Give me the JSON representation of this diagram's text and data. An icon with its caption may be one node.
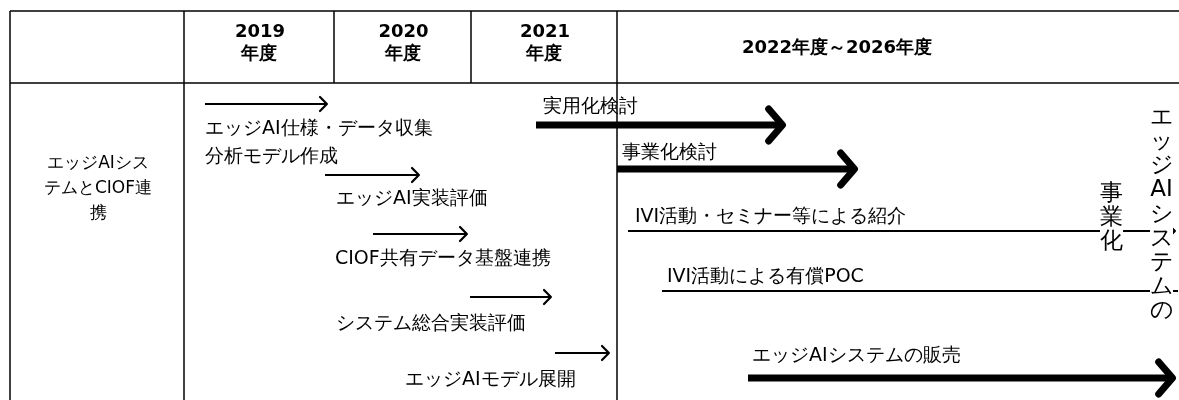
{
  "diagram": {
    "labels": [
      "2019年度",
      "2020年度",
      "2021年度",
      "2022年度～2026年度",
      "エッジAIシステムとCIOF連携",
      "エッジAI仕様・データ収集",
      "分析モデル作成",
      "実用化検討",
      "事業化検討",
      "エッジAI実装評価",
      "IVI活動・セミナー等による紹介",
      "CIOF共有データ基盤連携",
      "IVI活動による有償POC",
      "システム総合実装評価",
      "エッジAIシステムの販売",
      "エッジAIモデル展開",
      "エッジAIシステムの",
      "事業化"
    ]
  }
}
